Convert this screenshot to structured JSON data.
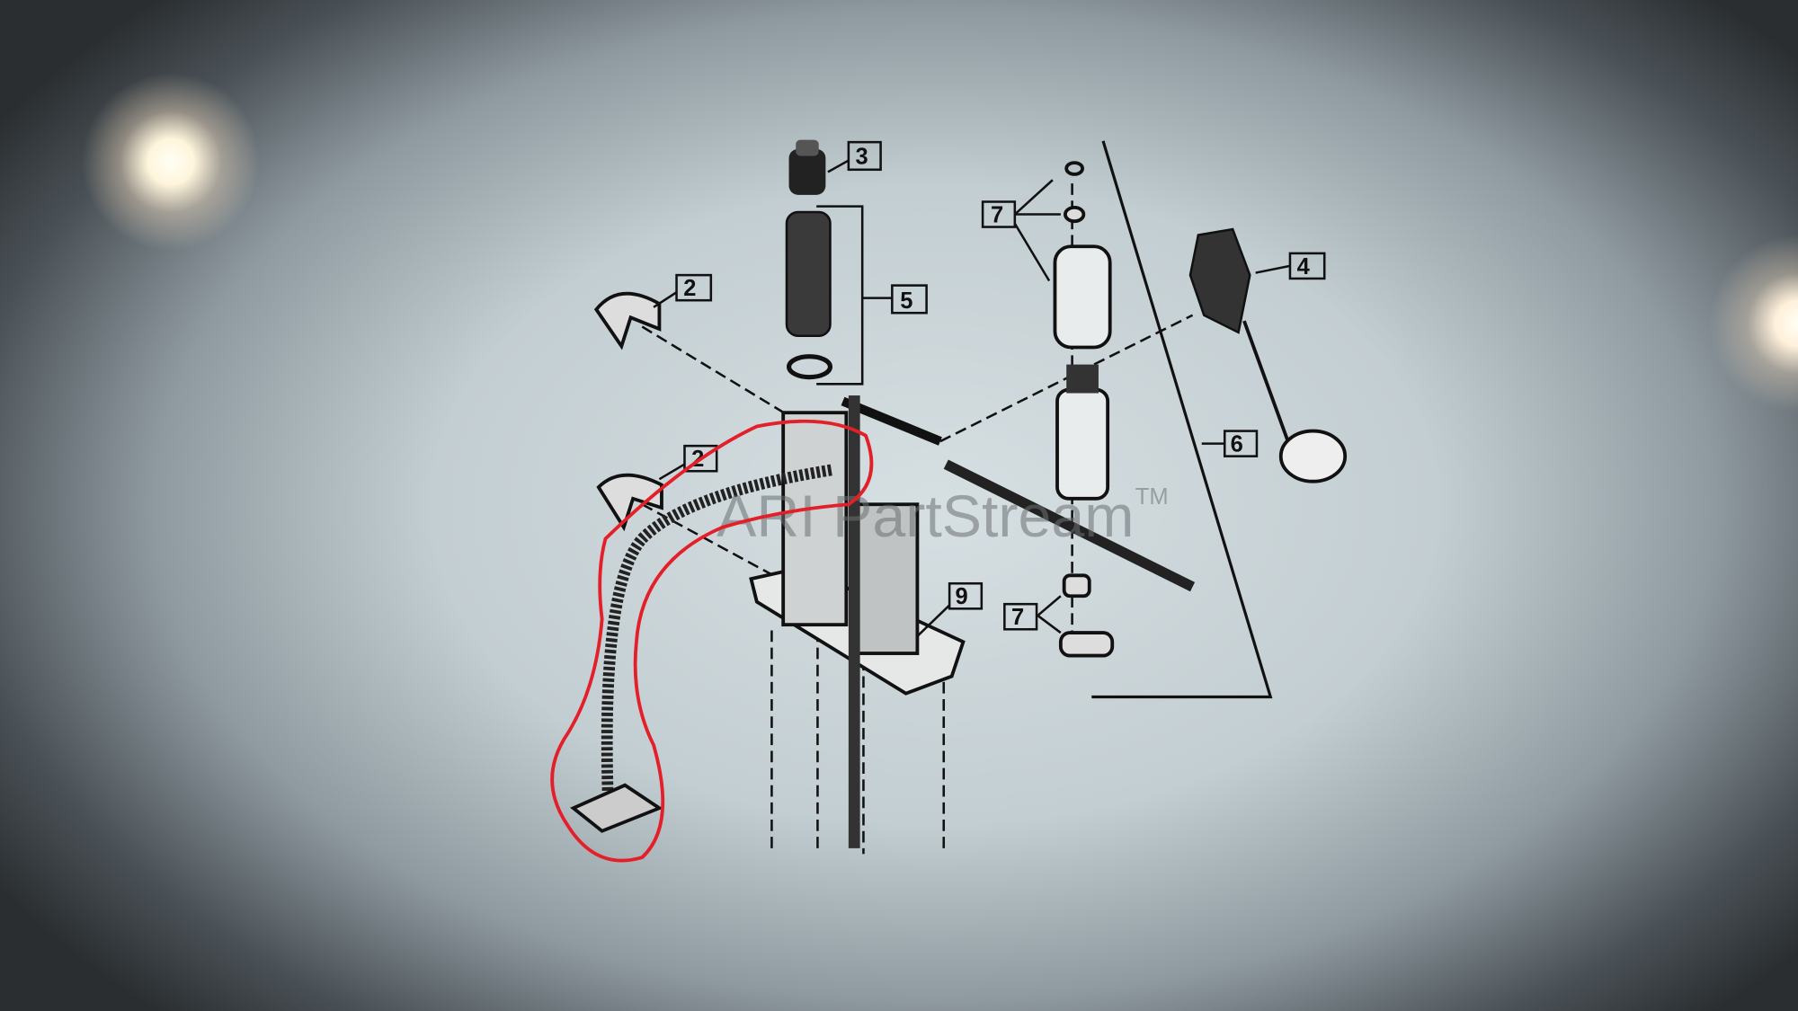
{
  "diagram": {
    "watermark": "ARI PartStream",
    "trademark": "TM",
    "callouts": {
      "c3": "3",
      "c5": "5",
      "c2a": "2",
      "c2b": "2",
      "c7a": "7",
      "c4": "4",
      "c6": "6",
      "c9": "9",
      "c7b": "7"
    },
    "highlight_color": "#e3202a"
  }
}
